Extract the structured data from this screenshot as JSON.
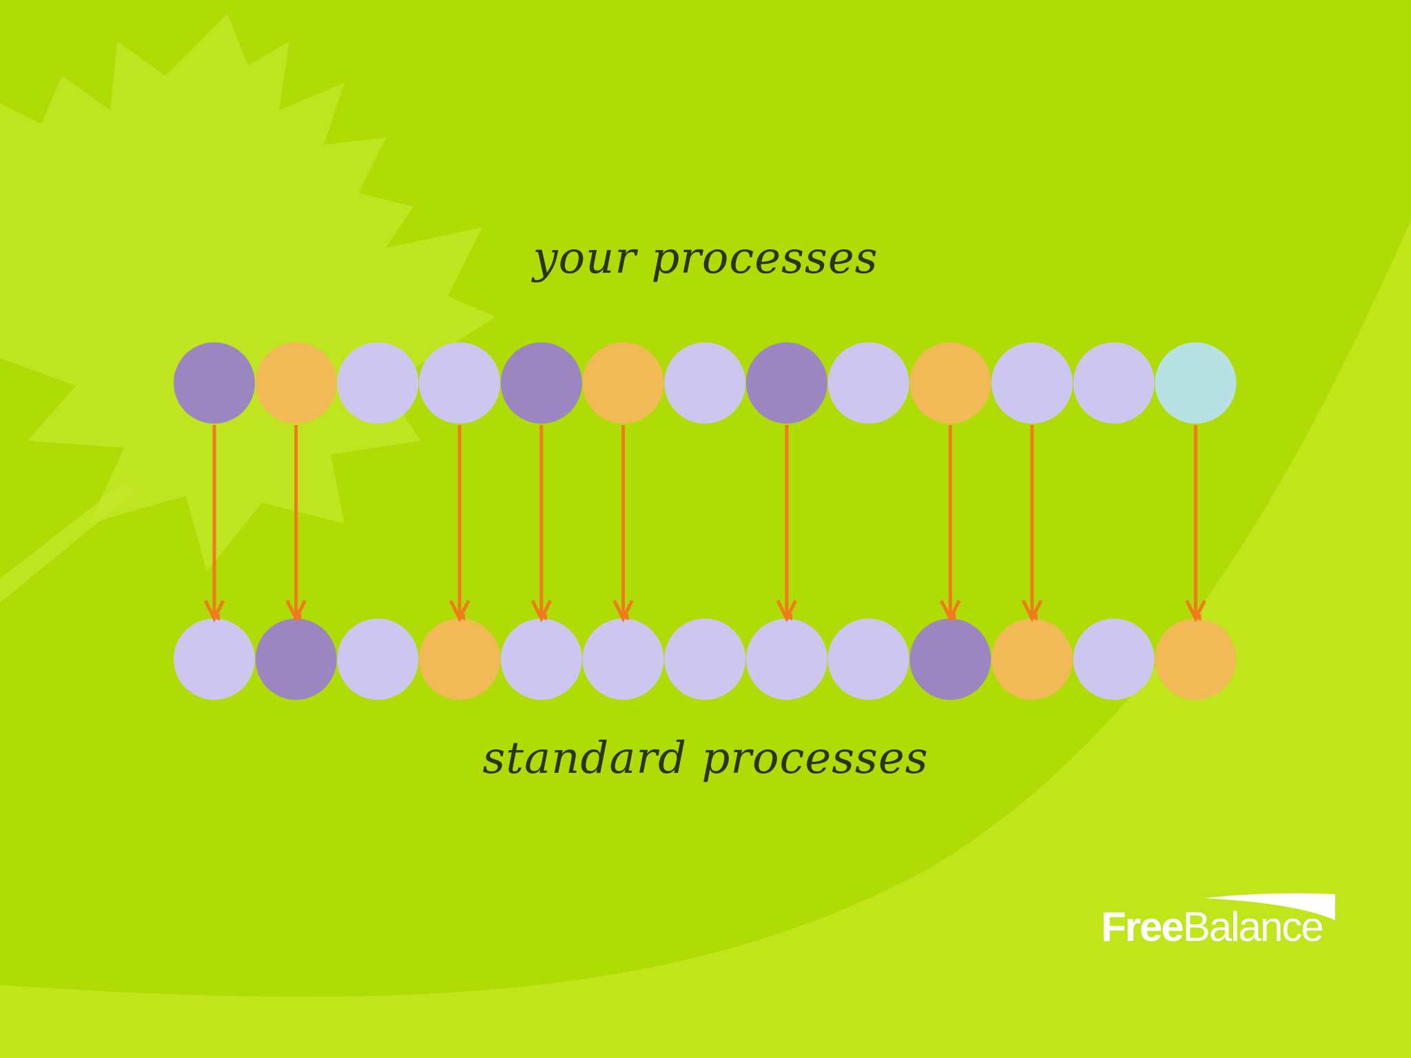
{
  "titles": {
    "top": "your processes",
    "bottom": "standard processes"
  },
  "logo": {
    "part1": "Free",
    "part2": "Balance"
  },
  "colors": {
    "background": "#b0dc06",
    "dark_purple": "#9b86c2",
    "light_purple": "#cdc7ef",
    "orange": "#f2b957",
    "cyan": "#b8e1e3",
    "arrow": "#f07a1c",
    "text": "#2b3318"
  },
  "process_rows": {
    "your_processes": [
      "dark_purple",
      "orange",
      "light_purple",
      "light_purple",
      "dark_purple",
      "orange",
      "light_purple",
      "dark_purple",
      "light_purple",
      "orange",
      "light_purple",
      "light_purple",
      "cyan"
    ],
    "standard_processes": [
      "light_purple",
      "dark_purple",
      "light_purple",
      "orange",
      "light_purple",
      "light_purple",
      "light_purple",
      "light_purple",
      "light_purple",
      "dark_purple",
      "orange",
      "light_purple",
      "orange"
    ]
  },
  "arrow_columns": [
    0,
    1,
    3,
    4,
    5,
    7,
    9,
    10,
    12
  ]
}
